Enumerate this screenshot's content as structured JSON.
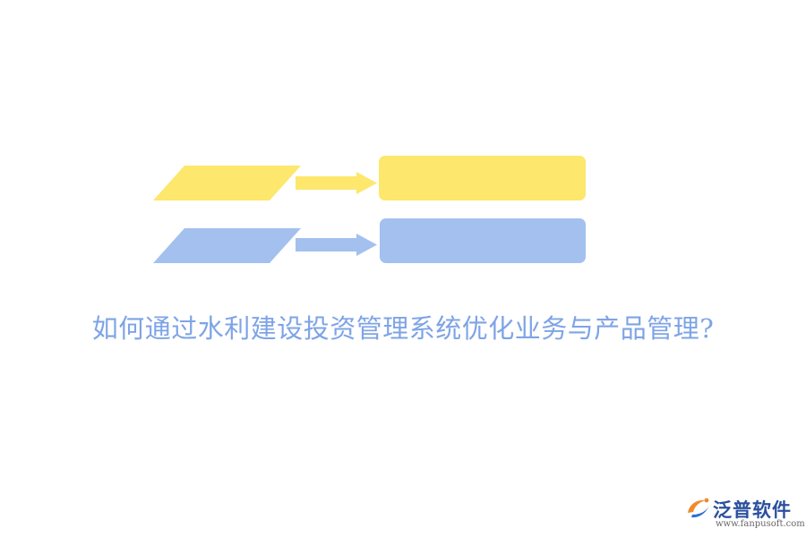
{
  "colors": {
    "yellow": "#fde76c",
    "blue": "#a3c0ef",
    "title": "#7ea4e6",
    "logo_text": "#2a4f9e",
    "logo_orange": "#f08a2c",
    "logo_blue": "#2f6fd6",
    "logo_url": "#666666"
  },
  "diagram": {
    "rows": [
      {
        "color_key": "yellow"
      },
      {
        "color_key": "blue"
      }
    ]
  },
  "title": "如何通过水利建设投资管理系统优化业务与产品管理?",
  "logo": {
    "name": "泛普软件",
    "url": "www.fanpusoft.com"
  }
}
